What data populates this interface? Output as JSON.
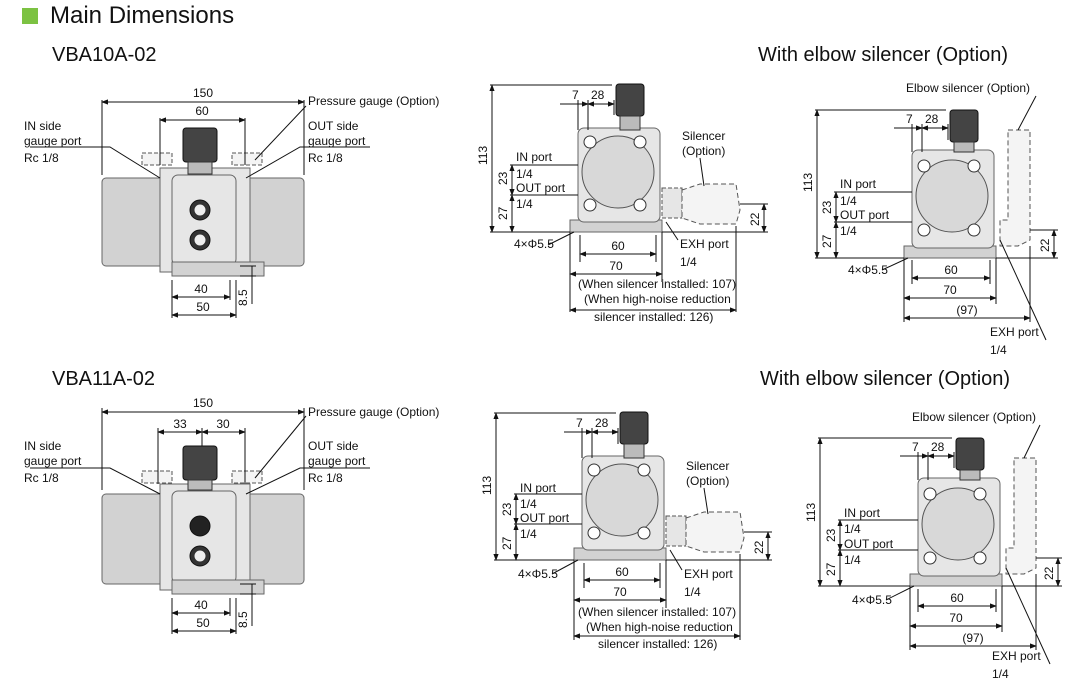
{
  "header": {
    "title": "Main Dimensions",
    "accent_color": "#7cc242"
  },
  "sections": [
    {
      "model": "VBA10A-02",
      "elbow_title": "With elbow silencer (Option)"
    },
    {
      "model": "VBA11A-02",
      "elbow_title": "With elbow silencer (Option)"
    }
  ],
  "front_view": {
    "dim_total": "150",
    "dim_60": "60",
    "dim_33": "33",
    "dim_30": "30",
    "dim_40": "40",
    "dim_50": "50",
    "dim_8_5": "8.5",
    "pressure_gauge": "Pressure gauge (Option)",
    "in_side": [
      "IN side",
      "gauge port",
      "Rc 1/8"
    ],
    "out_side": [
      "OUT side",
      "gauge port",
      "Rc 1/8"
    ]
  },
  "side_view": {
    "dim_113": "113",
    "dim_23": "23",
    "dim_27": "27",
    "dim_7": "7",
    "dim_28": "28",
    "dim_22": "22",
    "dim_60": "60",
    "dim_70": "70",
    "dim_97": "(97)",
    "holes": "4×Φ5.5",
    "in_port": "IN port",
    "out_port": "OUT port",
    "quarter": "1/4",
    "silencer": [
      "Silencer",
      "(Option)"
    ],
    "exh_port": "EXH port",
    "elbow_silencer": "Elbow silencer (Option)",
    "notes": [
      "(When silencer installed: 107)",
      "(When high-noise reduction",
      "silencer installed: 126)"
    ]
  }
}
